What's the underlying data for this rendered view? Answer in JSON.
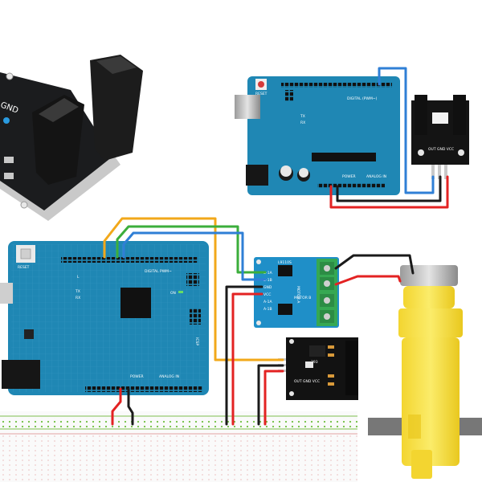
{
  "sensor_closeup": {
    "label": "GND"
  },
  "top_arduino": {
    "reset_label": "RESET",
    "digital_label": "DIGITAL (PWM~)",
    "power_label": "POWER",
    "analog_label": "ANALOG IN",
    "tx_label": "TX",
    "rx_label": "RX"
  },
  "top_sensor": {
    "pins_label": "OUT GND VCC"
  },
  "main_arduino": {
    "reset_label": "RESET",
    "digital_label": "DIGITAL PWM~",
    "power_label": "POWER",
    "analog_label": "ANALOG IN",
    "on_label": "ON",
    "tx_label": "TX",
    "rx_label": "RX",
    "l_label": "L",
    "icsp_label": "ICSP"
  },
  "driver": {
    "chip_label": "L9110S",
    "pin_labels": [
      "B-1A",
      "B-1B",
      "GND",
      "VCC",
      "A-1A",
      "A-1B"
    ],
    "motor_a_label": "MOTOR A",
    "motor_b_label": "MOTOR B"
  },
  "speed_sensor": {
    "chip_label": "393",
    "pins_label": "OUT GND VCC"
  },
  "colors": {
    "board_blue": "#1f87b4",
    "wire_red": "#e32222",
    "wire_black": "#1a1a1a",
    "wire_orange": "#f2a81a",
    "wire_green": "#3bae3b",
    "wire_blue": "#2f7fd6",
    "terminal_green": "#36a852",
    "motor_yellow": "#f7e24a"
  }
}
